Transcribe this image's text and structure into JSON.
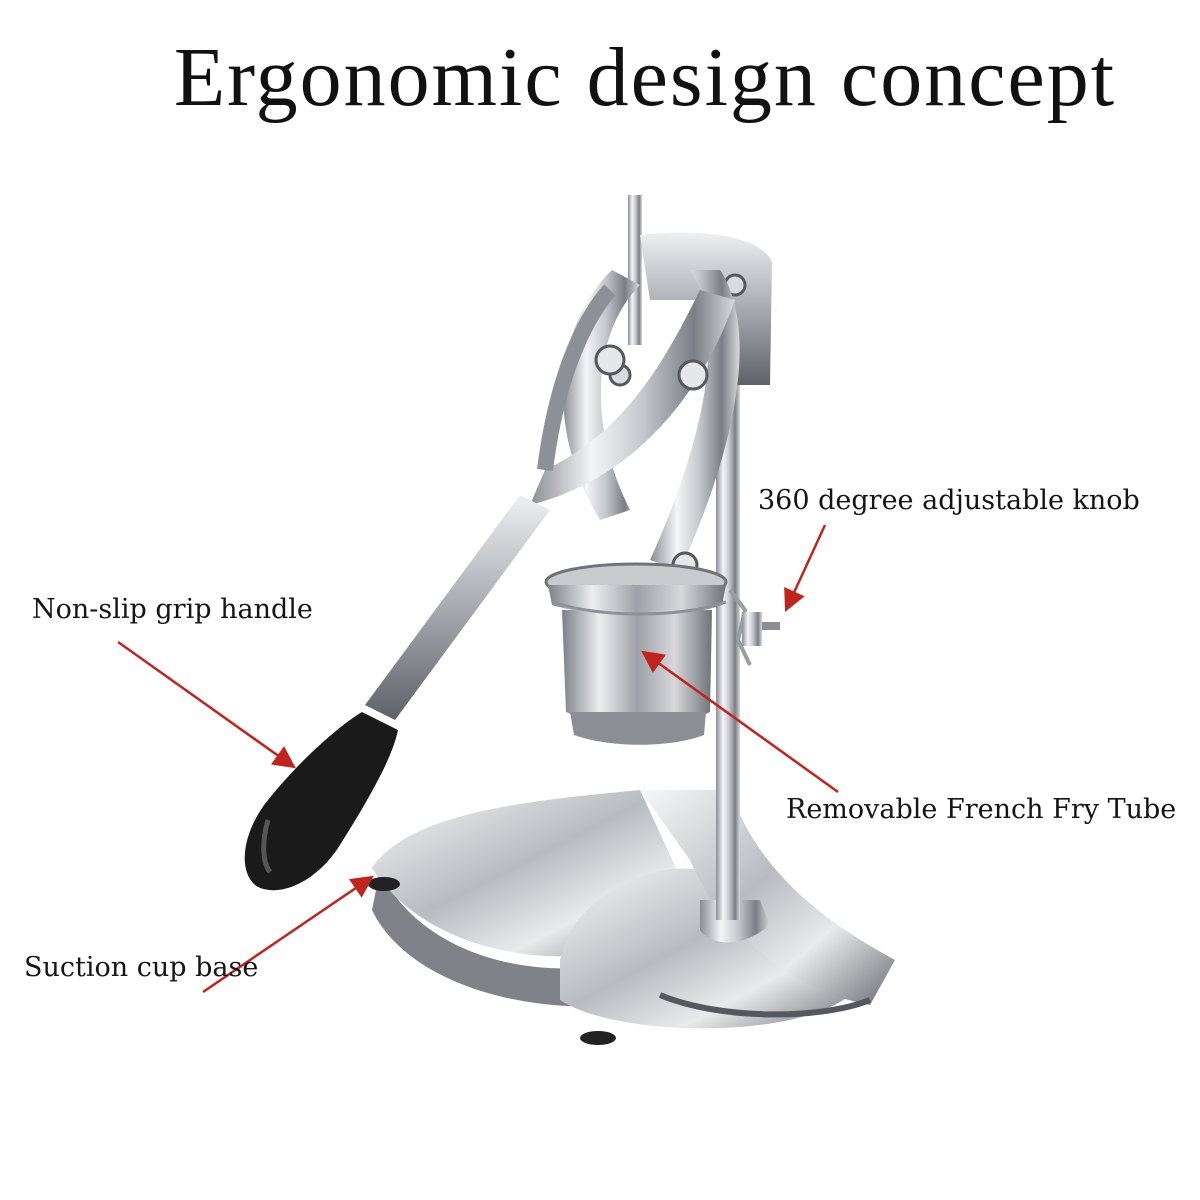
{
  "title": "Ergonomic design concept",
  "labels": {
    "knob": "360 degree adjustable knob",
    "handle": "Non-slip grip handle",
    "tube": "Removable French Fry Tube",
    "base": "Suction cup base"
  },
  "colors": {
    "arrow": "#c0241c",
    "steel_light": "#f2f3f5",
    "steel_mid": "#b9bcc2",
    "steel_dark": "#6d7077",
    "grip": "#1a1a1a"
  }
}
